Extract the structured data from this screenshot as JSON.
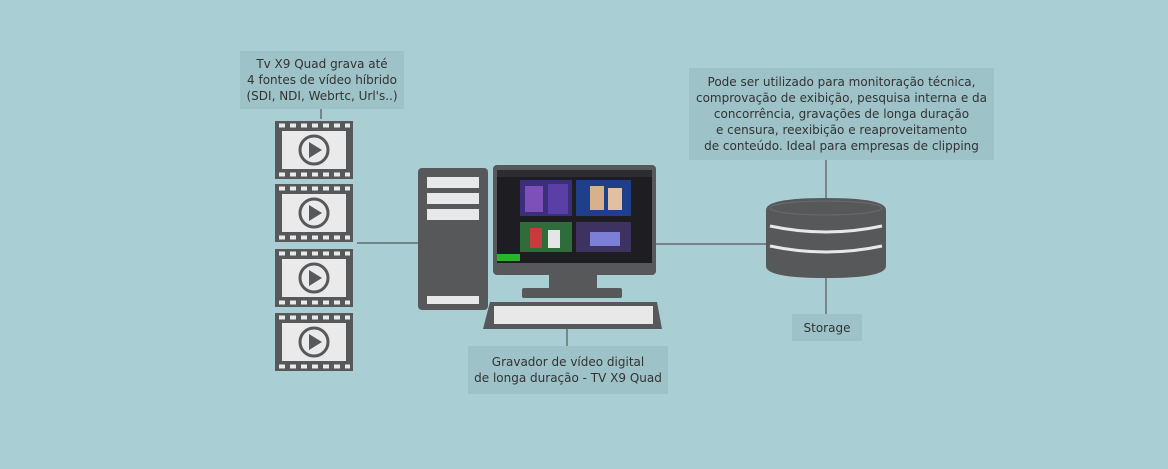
{
  "colors": {
    "background": "#a9ced3",
    "label_box": "#9dc2c7",
    "device": "#57585a",
    "text": "#333333"
  },
  "labels": {
    "sources": [
      "Tv X9 Quad grava até",
      "4 fontes de vídeo híbrido",
      "(SDI, NDI, Webrtc, Url's..)"
    ],
    "uses": [
      "Pode ser utilizado para monitoração técnica,",
      "comprovação de exibição, pesquisa interna e da",
      "concorrência, gravações de longa duração",
      "e censura, reexibição e reaproveitamento",
      "de conteúdo. Ideal para empresas de clipping"
    ],
    "recorder": [
      "Gravador de vídeo digital",
      "de longa duração - TV X9 Quad"
    ],
    "storage": "Storage"
  },
  "icons": {
    "video_sources": [
      "film-play-icon",
      "film-play-icon",
      "film-play-icon",
      "film-play-icon"
    ],
    "computer": [
      "pc-tower-icon",
      "monitor-icon",
      "keyboard-icon"
    ],
    "storage": "database-icon"
  }
}
